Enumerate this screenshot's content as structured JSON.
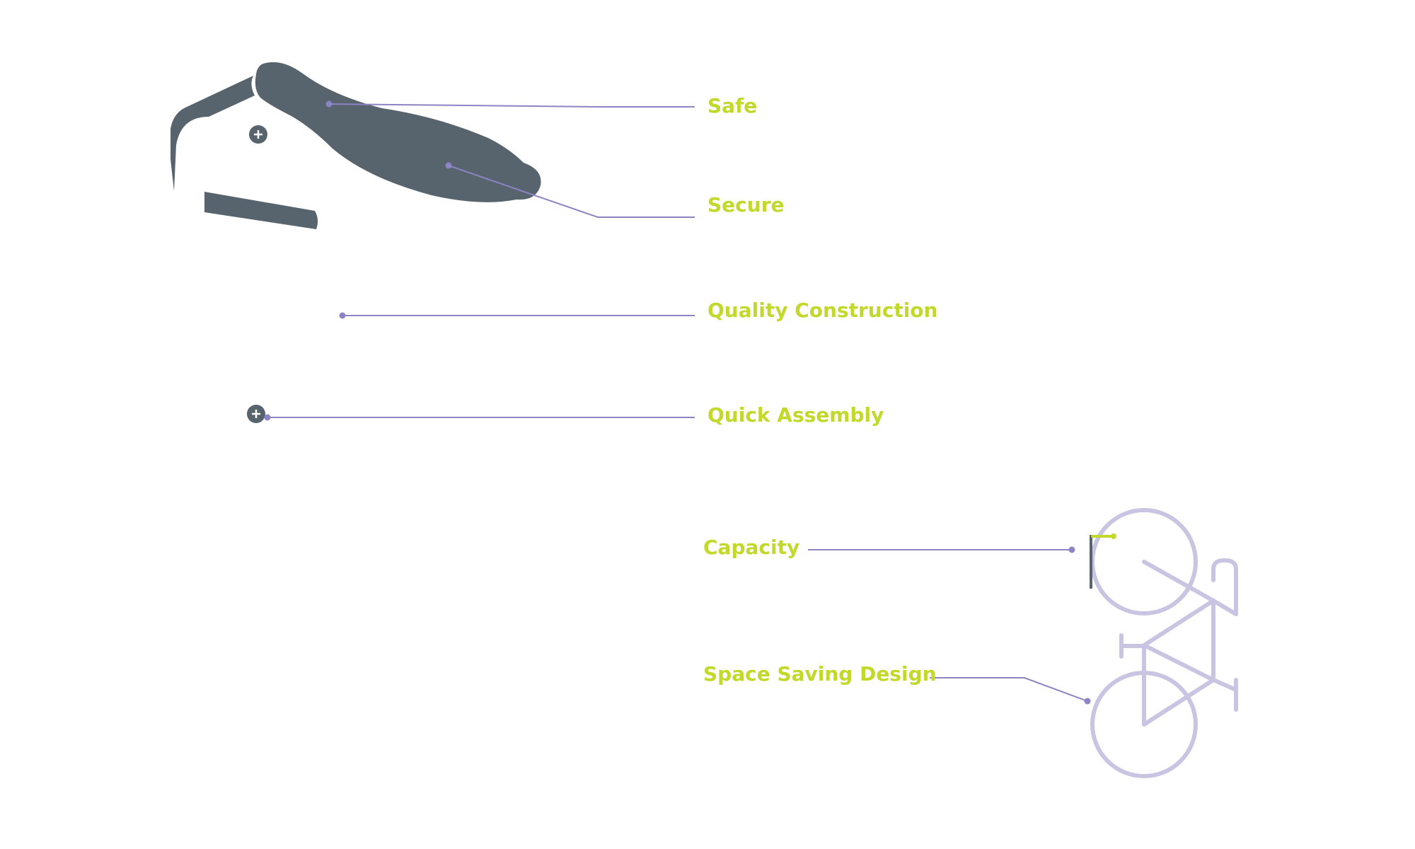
{
  "colors": {
    "hook": "#58646d",
    "leader": "#8c84c4",
    "label": "#c2d92b",
    "bike": "#c8c4e2",
    "hook_tip": "#c2d92b"
  },
  "features": [
    {
      "label": "Safe"
    },
    {
      "label": "Secure"
    },
    {
      "label": "Quality Construction"
    },
    {
      "label": "Quick Assembly"
    },
    {
      "label": "Capacity"
    },
    {
      "label": "Space Saving Design"
    }
  ],
  "icons": {
    "hook": "bike-hook-icon",
    "screw": "screw-icon",
    "bike": "bicycle-icon"
  }
}
